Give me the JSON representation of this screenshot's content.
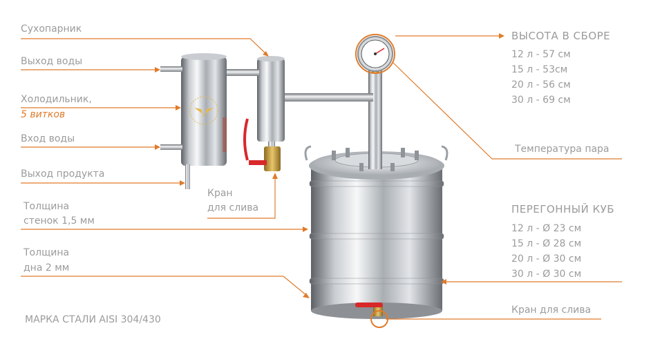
{
  "labels": {
    "dry_steamer": "Сухопарник",
    "water_out": "Выход воды",
    "cooler": "Холодильник,",
    "cooler_turns": "5 витков",
    "water_in": "Вход воды",
    "product_out": "Выход продукта",
    "wall_thickness_1": "Толщина",
    "wall_thickness_2": "стенок 1,5 мм",
    "bottom_thickness_1": "Толщина",
    "bottom_thickness_2": "дна 2 мм",
    "steel_grade": "МАРКА СТАЛИ AISI 304/430",
    "drain_tap_1": "Кран",
    "drain_tap_2": "для слива",
    "steam_temp": "Температура пара",
    "drain_tap_bottom": "Кран для слива"
  },
  "height_spec": {
    "title": "ВЫСОТА В СБОРЕ",
    "rows": [
      "12 л - 57 см",
      "15 л - 53см",
      "20 л - 56 см",
      "30 л - 69 см"
    ]
  },
  "still_spec": {
    "title": "ПЕРЕГОННЫЙ КУБ",
    "rows": [
      "12 л - Ø 23 см",
      "15 л - Ø 28 см",
      "20 л - Ø 30 см",
      "30 л - Ø 30 см"
    ]
  },
  "colors": {
    "accent": "#e07b2a",
    "text": "#9b9b9b",
    "steel_dark": "#6f7378",
    "steel_light": "#eef0f2",
    "tap_red": "#d8292a",
    "brass": "#c8a24a"
  },
  "icons": {
    "thermometer": "gauge-icon",
    "logo": "eagle-logo"
  }
}
